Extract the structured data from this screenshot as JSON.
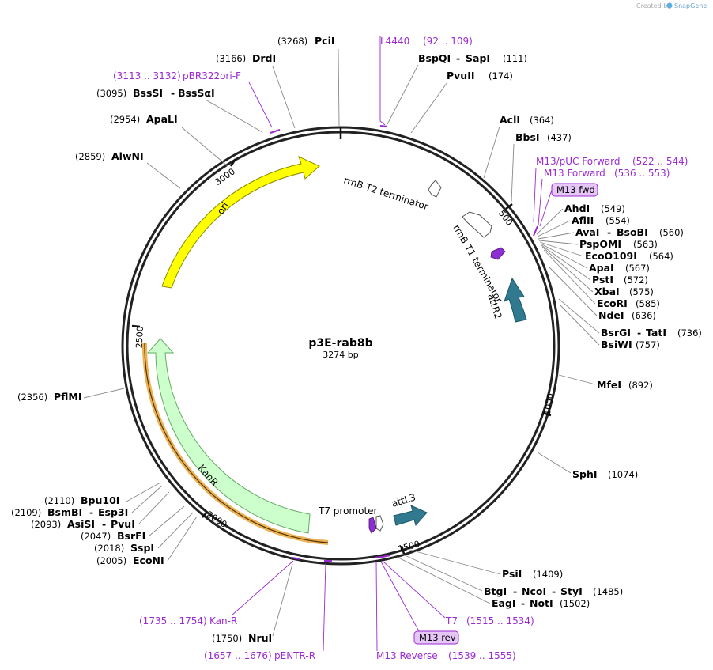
{
  "header": {
    "created_by": "Created by",
    "brand": "SnapGene"
  },
  "plasmid": {
    "name": "p3E-rab8b",
    "length_label": "3274 bp",
    "length": 3274
  },
  "ticks": [
    "500",
    "1000",
    "1500",
    "2000",
    "2500",
    "3000"
  ],
  "features": [
    {
      "name": "ori",
      "color": "#ffff00",
      "stroke": "#8a8a00"
    },
    {
      "name": "KanR",
      "color": "#ccffcc",
      "stroke": "#66aa66"
    },
    {
      "name": "attR2",
      "color": "#31798f",
      "stroke": "#1e5566"
    },
    {
      "name": "attL3",
      "color": "#31798f",
      "stroke": "#1e5566"
    },
    {
      "name": "rrnB T2 terminator",
      "color": "#ffffff",
      "stroke": "#555555"
    },
    {
      "name": "rrnB T1 terminator",
      "color": "#ffffff",
      "stroke": "#555555"
    },
    {
      "name": "T7 promoter",
      "color": "#ffffff",
      "stroke": "#555555"
    }
  ],
  "sites": [
    {
      "name": "PciI",
      "pos": "(3268)"
    },
    {
      "name": "DrdI",
      "pos": "(3166)"
    },
    {
      "name": "BssSI",
      "name2": "BssSαI",
      "pos": "(3095)"
    },
    {
      "name": "ApaLI",
      "pos": "(2954)"
    },
    {
      "name": "AlwNI",
      "pos": "(2859)"
    },
    {
      "name": "PflMI",
      "pos": "(2356)"
    },
    {
      "name": "Bpu10I",
      "pos": "(2110)"
    },
    {
      "name": "BsmBI",
      "name2": "Esp3I",
      "pos": "(2109)"
    },
    {
      "name": "AsiSI",
      "name2": "PvuI",
      "pos": "(2093)"
    },
    {
      "name": "BsrFI",
      "pos": "(2047)"
    },
    {
      "name": "SspI",
      "pos": "(2018)"
    },
    {
      "name": "EcoNI",
      "pos": "(2005)"
    },
    {
      "name": "NruI",
      "pos": "(1750)"
    },
    {
      "name": "BspQI",
      "name2": "SapI",
      "pos": "(111)"
    },
    {
      "name": "PvuII",
      "pos": "(174)"
    },
    {
      "name": "AclI",
      "pos": "(364)"
    },
    {
      "name": "BbsI",
      "pos": "(437)"
    },
    {
      "name": "AhdI",
      "pos": "(549)"
    },
    {
      "name": "AflII",
      "pos": "(554)"
    },
    {
      "name": "AvaI",
      "name2": "BsoBI",
      "pos": "(560)"
    },
    {
      "name": "PspOMI",
      "pos": "(563)"
    },
    {
      "name": "EcoO109I",
      "pos": "(564)"
    },
    {
      "name": "ApaI",
      "pos": "(567)"
    },
    {
      "name": "PstI",
      "pos": "(572)"
    },
    {
      "name": "XbaI",
      "pos": "(575)"
    },
    {
      "name": "EcoRI",
      "pos": "(585)"
    },
    {
      "name": "NdeI",
      "pos": "(636)"
    },
    {
      "name": "BsrGI",
      "name2": "TatI",
      "pos": "(736)"
    },
    {
      "name": "BsiWI",
      "pos": "(757)"
    },
    {
      "name": "MfeI",
      "pos": "(892)"
    },
    {
      "name": "SphI",
      "pos": "(1074)"
    },
    {
      "name": "PsiI",
      "pos": "(1409)"
    },
    {
      "name": "BtgI",
      "name2": "NcoI",
      "name3": "StyI",
      "pos": "(1485)"
    },
    {
      "name": "EagI",
      "name2": "NotI",
      "pos": "(1502)"
    }
  ],
  "primers": [
    {
      "name": "L4440",
      "range": "(92 .. 109)"
    },
    {
      "name": "pBR322ori-F",
      "range": "(3113 .. 3132)"
    },
    {
      "name": "M13/pUC Forward",
      "range": "(522 .. 544)"
    },
    {
      "name": "M13 Forward",
      "range": "(536 .. 553)"
    },
    {
      "name": "M13 fwd"
    },
    {
      "name": "Kan-R",
      "range": "(1735 .. 1754)"
    },
    {
      "name": "pENTR-R",
      "range": "(1657 .. 1676)"
    },
    {
      "name": "T7",
      "range": "(1515 .. 1534)"
    },
    {
      "name": "M13 rev"
    },
    {
      "name": "M13 Reverse",
      "range": "(1539 .. 1555)"
    }
  ]
}
